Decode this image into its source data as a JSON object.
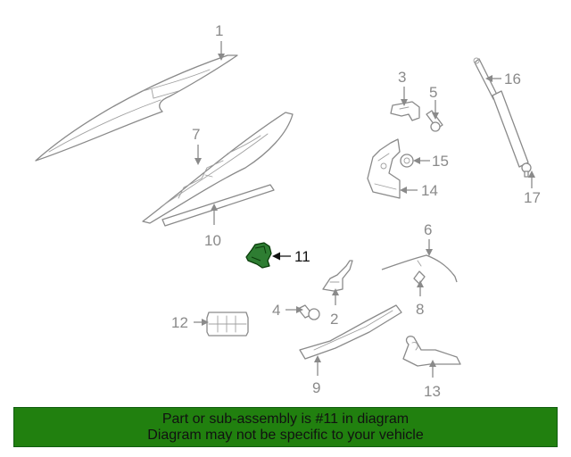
{
  "diagram": {
    "callouts": [
      "1",
      "2",
      "3",
      "4",
      "5",
      "6",
      "7",
      "8",
      "9",
      "10",
      "11",
      "12",
      "13",
      "14",
      "15",
      "16",
      "17"
    ],
    "highlighted": "11",
    "highlight_color": "#2e7d32",
    "part_line_color": "#8a8a8a"
  },
  "banner": {
    "line1": "Part or sub-assembly is #11 in diagram",
    "line2": "Diagram may not be specific to your vehicle",
    "background": "#21800f"
  }
}
